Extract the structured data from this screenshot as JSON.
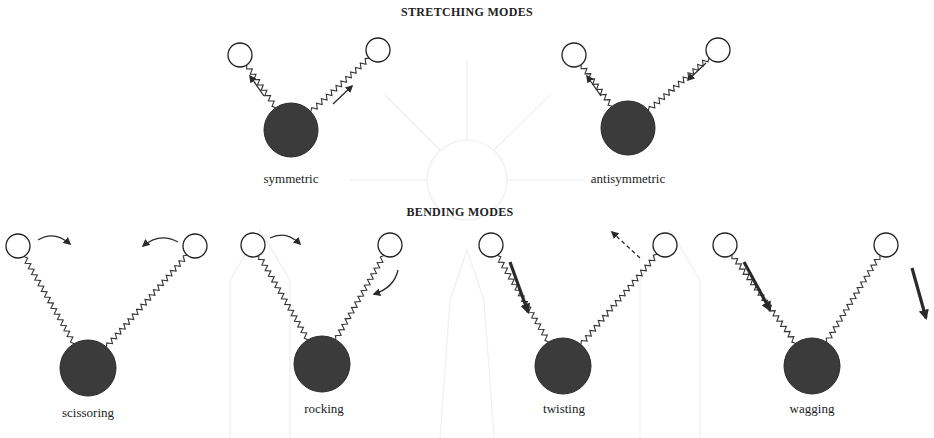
{
  "diagram": {
    "labels": [
      "STRETCHING MODES",
      "symmetric",
      "antisymmetric",
      "BENDING MODES",
      "scissoring",
      "rocking",
      "twisting",
      "wagging"
    ]
  }
}
